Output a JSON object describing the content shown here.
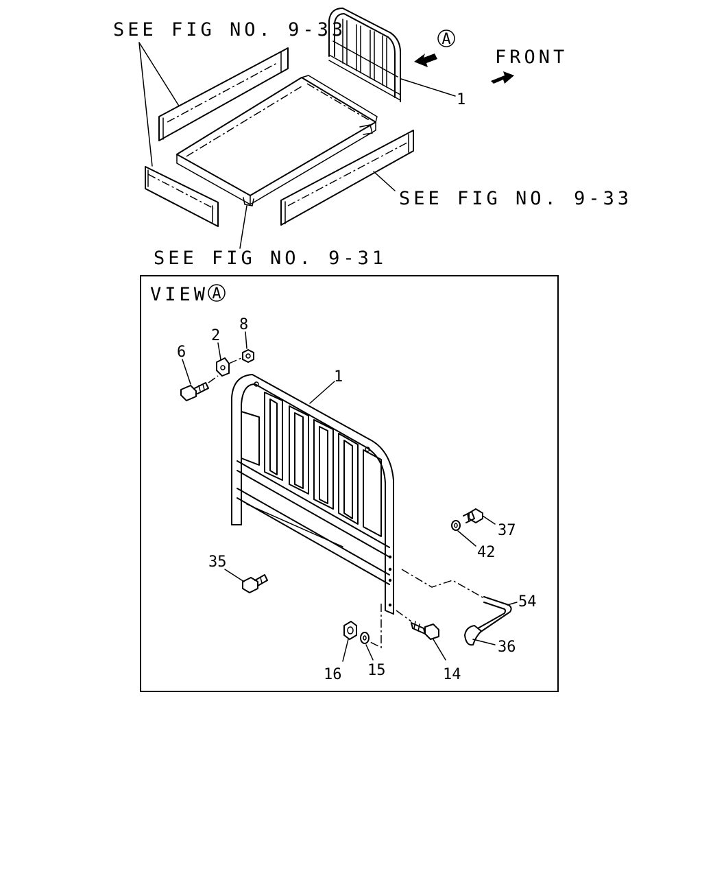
{
  "upper": {
    "ref_top_left": "SEE FIG NO. 9-33",
    "ref_right": "SEE FIG NO. 9-33",
    "ref_bottom": "SEE FIG NO. 9-31",
    "front_label": "FRONT",
    "view_marker": "A",
    "callout_1": "1"
  },
  "view": {
    "title": "VIEW",
    "marker": "A",
    "callouts": {
      "c1": "1",
      "c2": "2",
      "c6": "6",
      "c8": "8",
      "c14": "14",
      "c15": "15",
      "c16": "16",
      "c35": "35",
      "c36": "36",
      "c37": "37",
      "c42": "42",
      "c54": "54"
    }
  }
}
